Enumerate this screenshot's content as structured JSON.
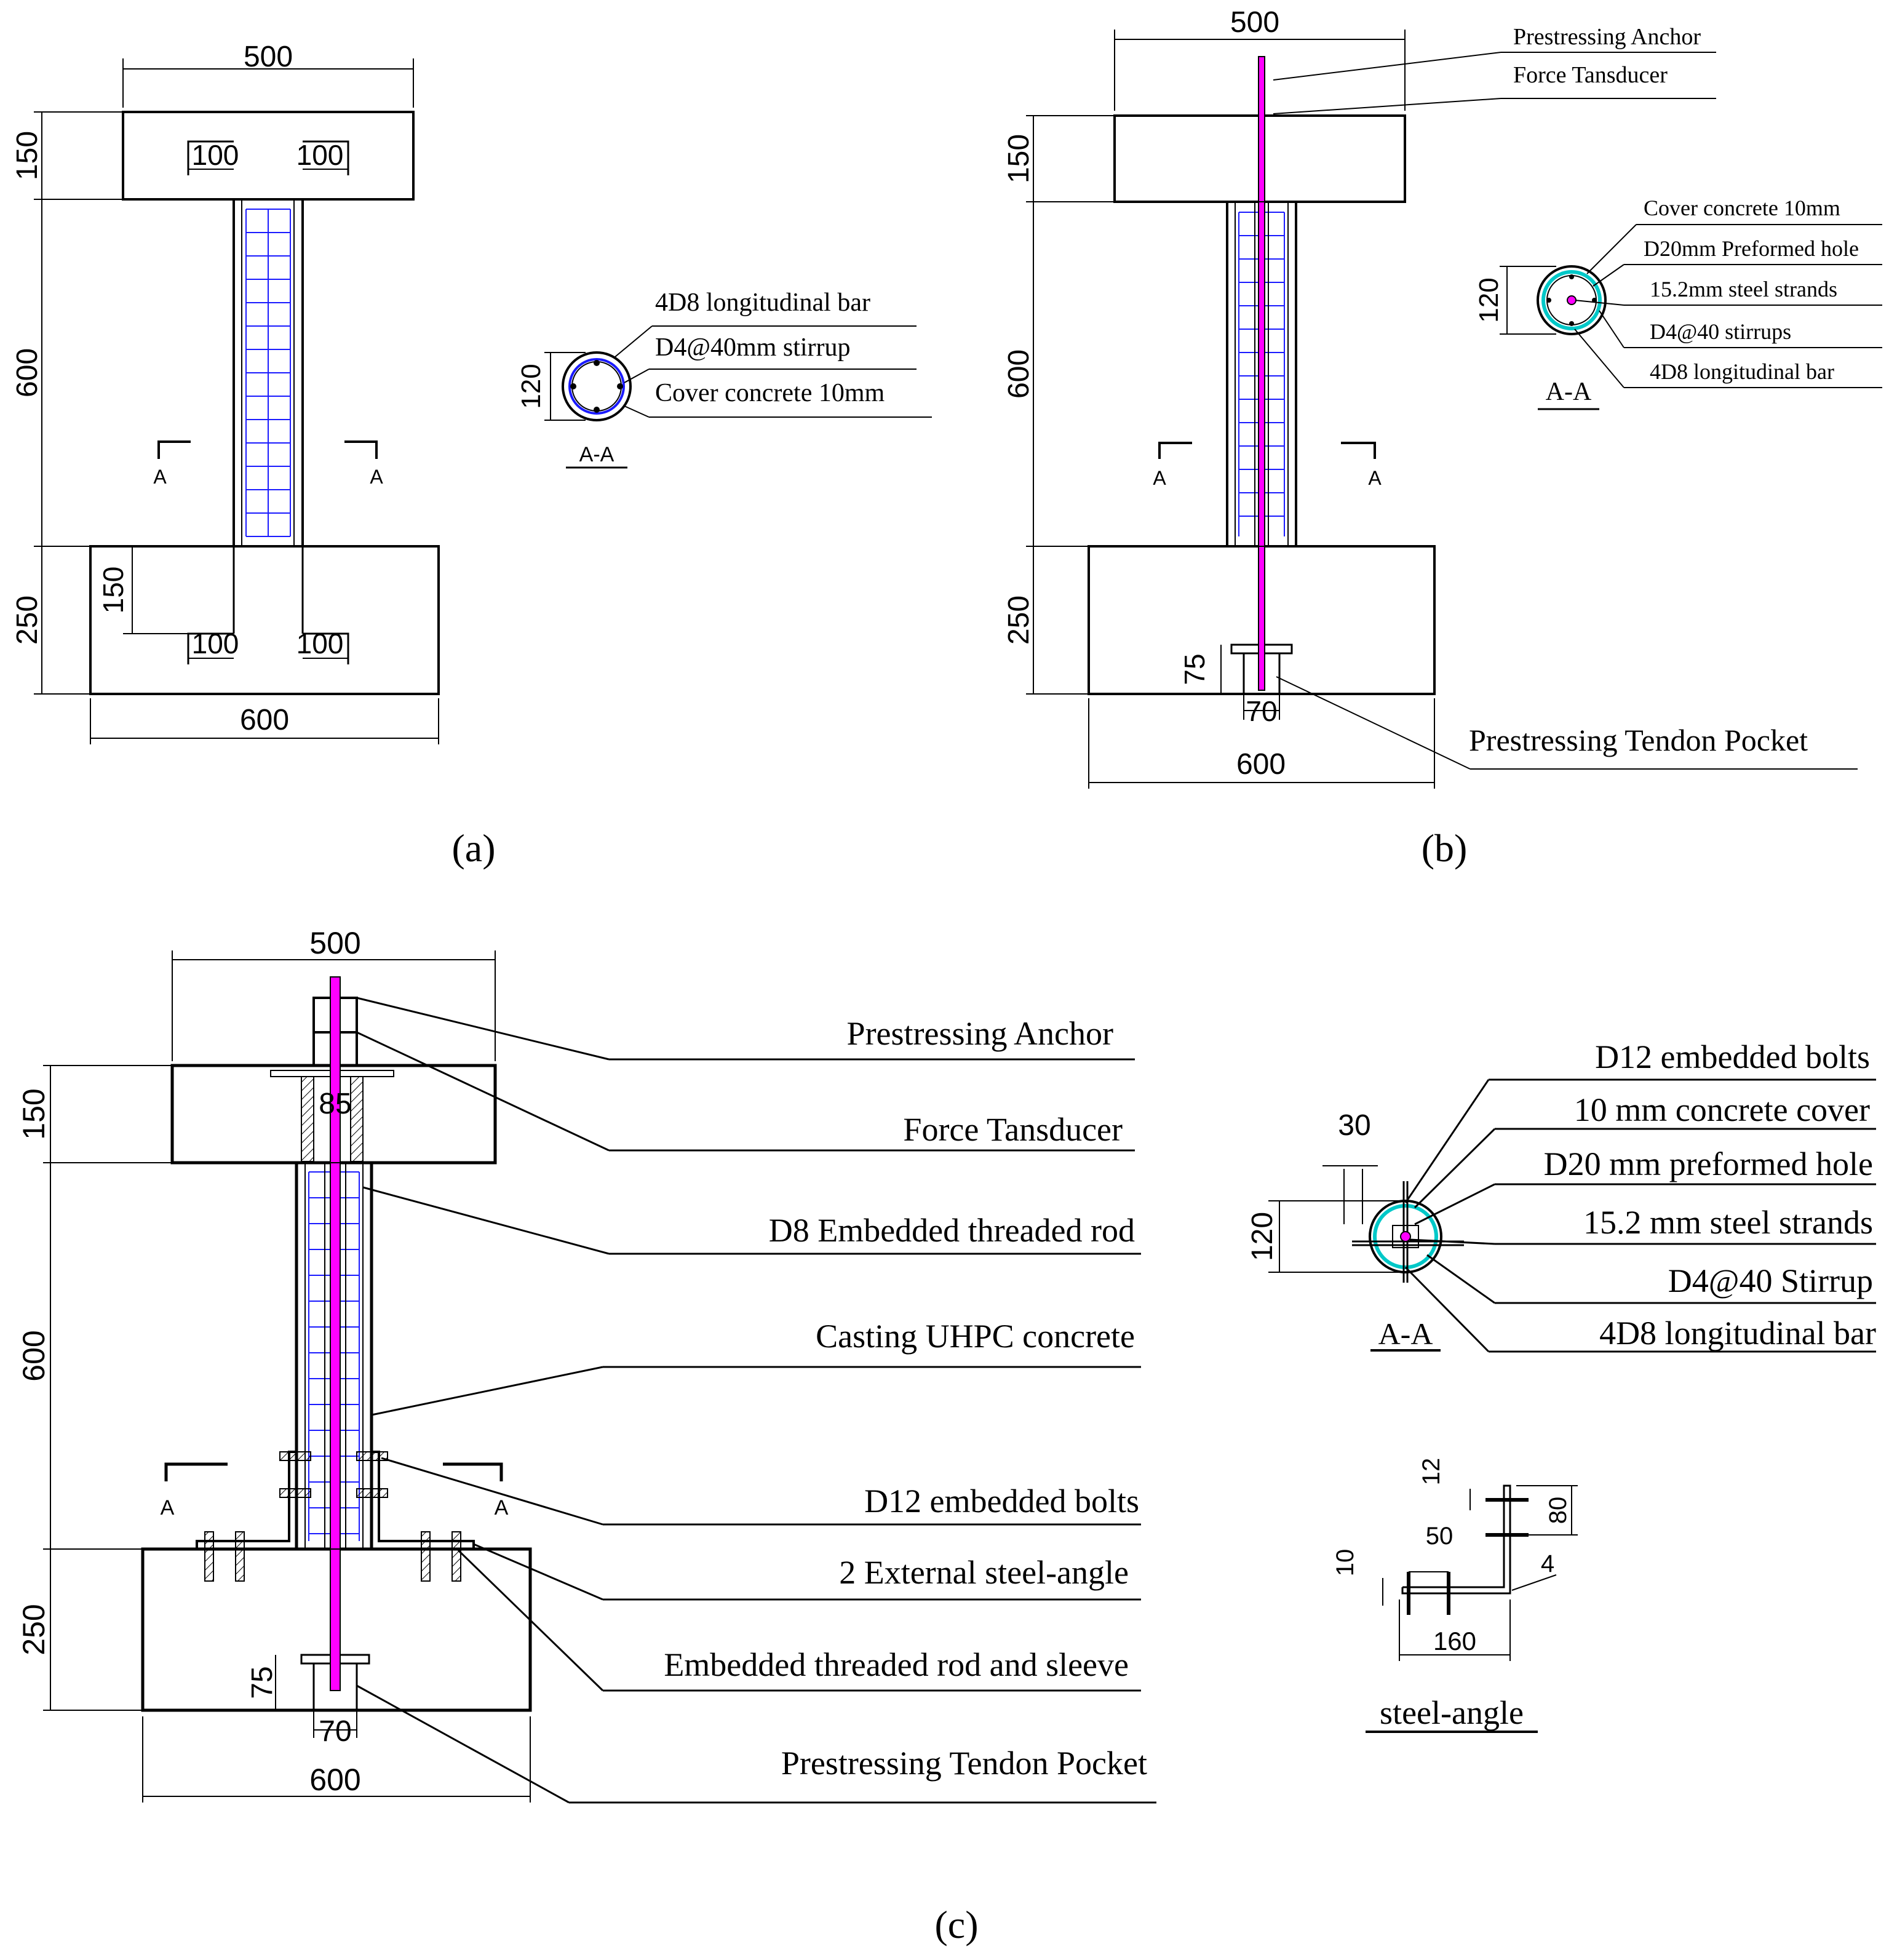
{
  "colors": {
    "line": "#000000",
    "stirrup": "#1a1aff",
    "tendon": "#ff00ff",
    "section_ring": "#00c8c8"
  },
  "panels": {
    "a": {
      "caption": "(a)",
      "dims": {
        "top_width": "500",
        "top_height": "150",
        "inner_left": "100",
        "inner_right": "100",
        "column_height": "600",
        "base_height": "250",
        "base_inner_height": "150",
        "base_inner_left": "100",
        "base_inner_right": "100",
        "base_width": "600",
        "section_dia": "120"
      },
      "section_marks": [
        "A",
        "A"
      ],
      "section_title": "A-A",
      "section_labels": [
        "4D8 longitudinal bar",
        "D4@40mm stirrup",
        "Cover concrete 10mm"
      ]
    },
    "b": {
      "caption": "(b)",
      "dims": {
        "top_width": "500",
        "top_height": "150",
        "column_height": "600",
        "base_height": "250",
        "pocket_height": "75",
        "pocket_width": "70",
        "base_width": "600",
        "section_dia": "120"
      },
      "labels": [
        "Prestressing Anchor",
        "Force Tansducer",
        "Prestressing Tendon Pocket"
      ],
      "section_marks": [
        "A",
        "A"
      ],
      "section_title": "A-A",
      "section_labels": [
        "Cover concrete 10mm",
        "D20mm Preformed hole",
        "15.2mm steel strands",
        "D4@40 stirrups",
        "4D8 longitudinal bar"
      ]
    },
    "c": {
      "caption": "(c)",
      "dims": {
        "top_width": "500",
        "top_height": "150",
        "sleeve_width": "85",
        "column_height": "600",
        "base_height": "250",
        "pocket_height": "75",
        "pocket_width": "70",
        "base_width": "600",
        "section_dia": "120",
        "section_offset": "30"
      },
      "labels": [
        "Prestressing Anchor",
        "Force Tansducer",
        "D8 Embedded threaded rod",
        "Casting UHPC concrete",
        "D12 embedded bolts",
        "2 External  steel-angle",
        "Embedded threaded rod and sleeve",
        "Prestressing Tendon Pocket"
      ],
      "section_marks": [
        "A",
        "A"
      ],
      "section_title": "A-A",
      "section_labels": [
        "D12 embedded bolts",
        "10 mm concrete cover",
        "D20 mm preformed hole",
        "15.2 mm steel strands",
        "D4@40 Stirrup",
        "4D8 longitudinal bar"
      ],
      "angle": {
        "title": "steel-angle",
        "dims": [
          "12",
          "80",
          "50",
          "10",
          "4",
          "160"
        ]
      }
    }
  }
}
